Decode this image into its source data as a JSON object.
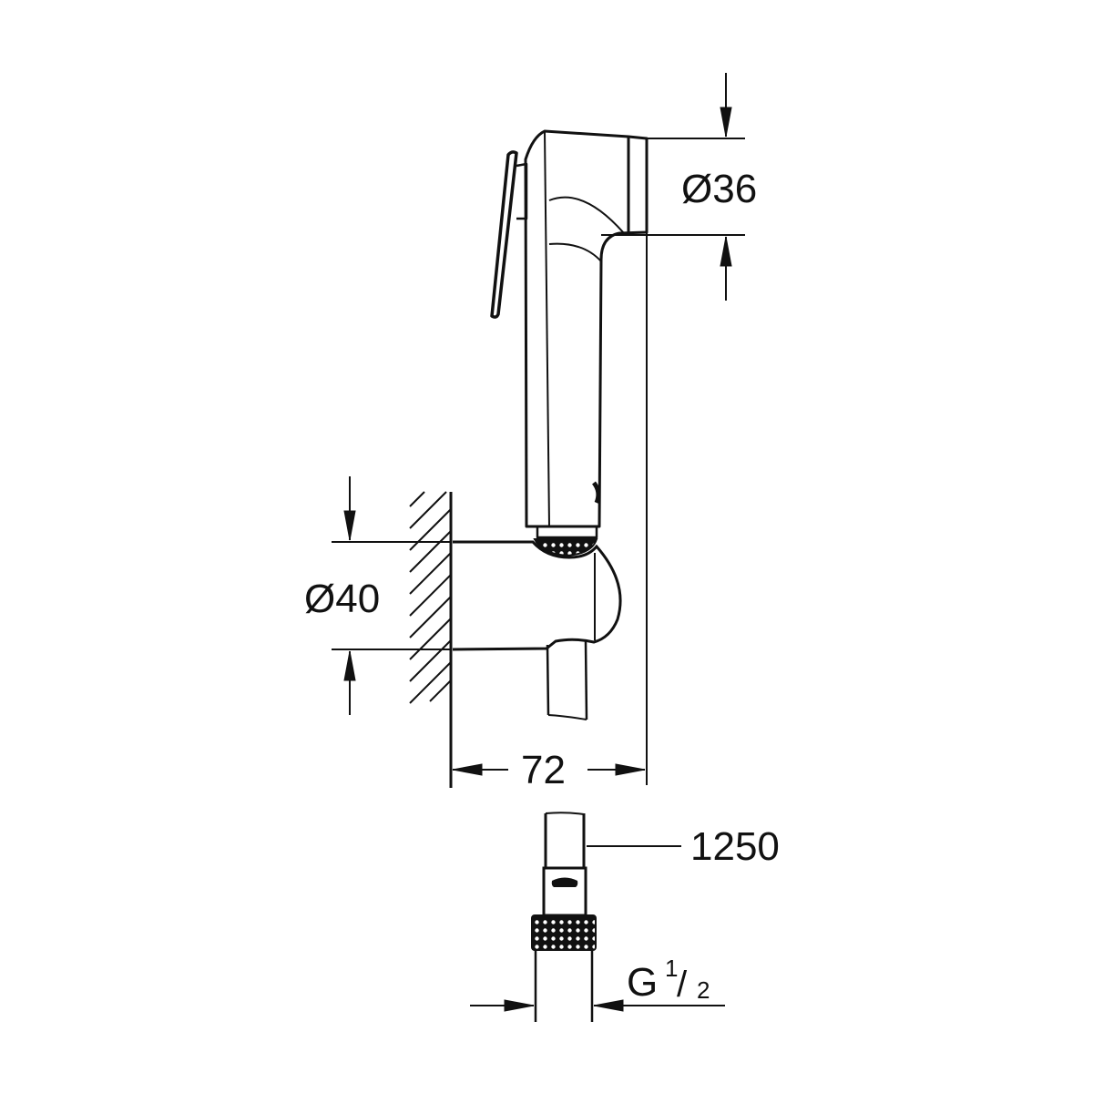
{
  "drawing": {
    "subject": "Hand shower with wall holder and hose",
    "stroke_color": "#111111",
    "background": "#ffffff"
  },
  "dimensions": {
    "head_diameter": "Ø36",
    "holder_diameter": "Ø40",
    "projection": "72",
    "hose_length": "1250",
    "thread_G": "G",
    "thread_num": "1",
    "thread_slash": "/",
    "thread_den": "2"
  }
}
